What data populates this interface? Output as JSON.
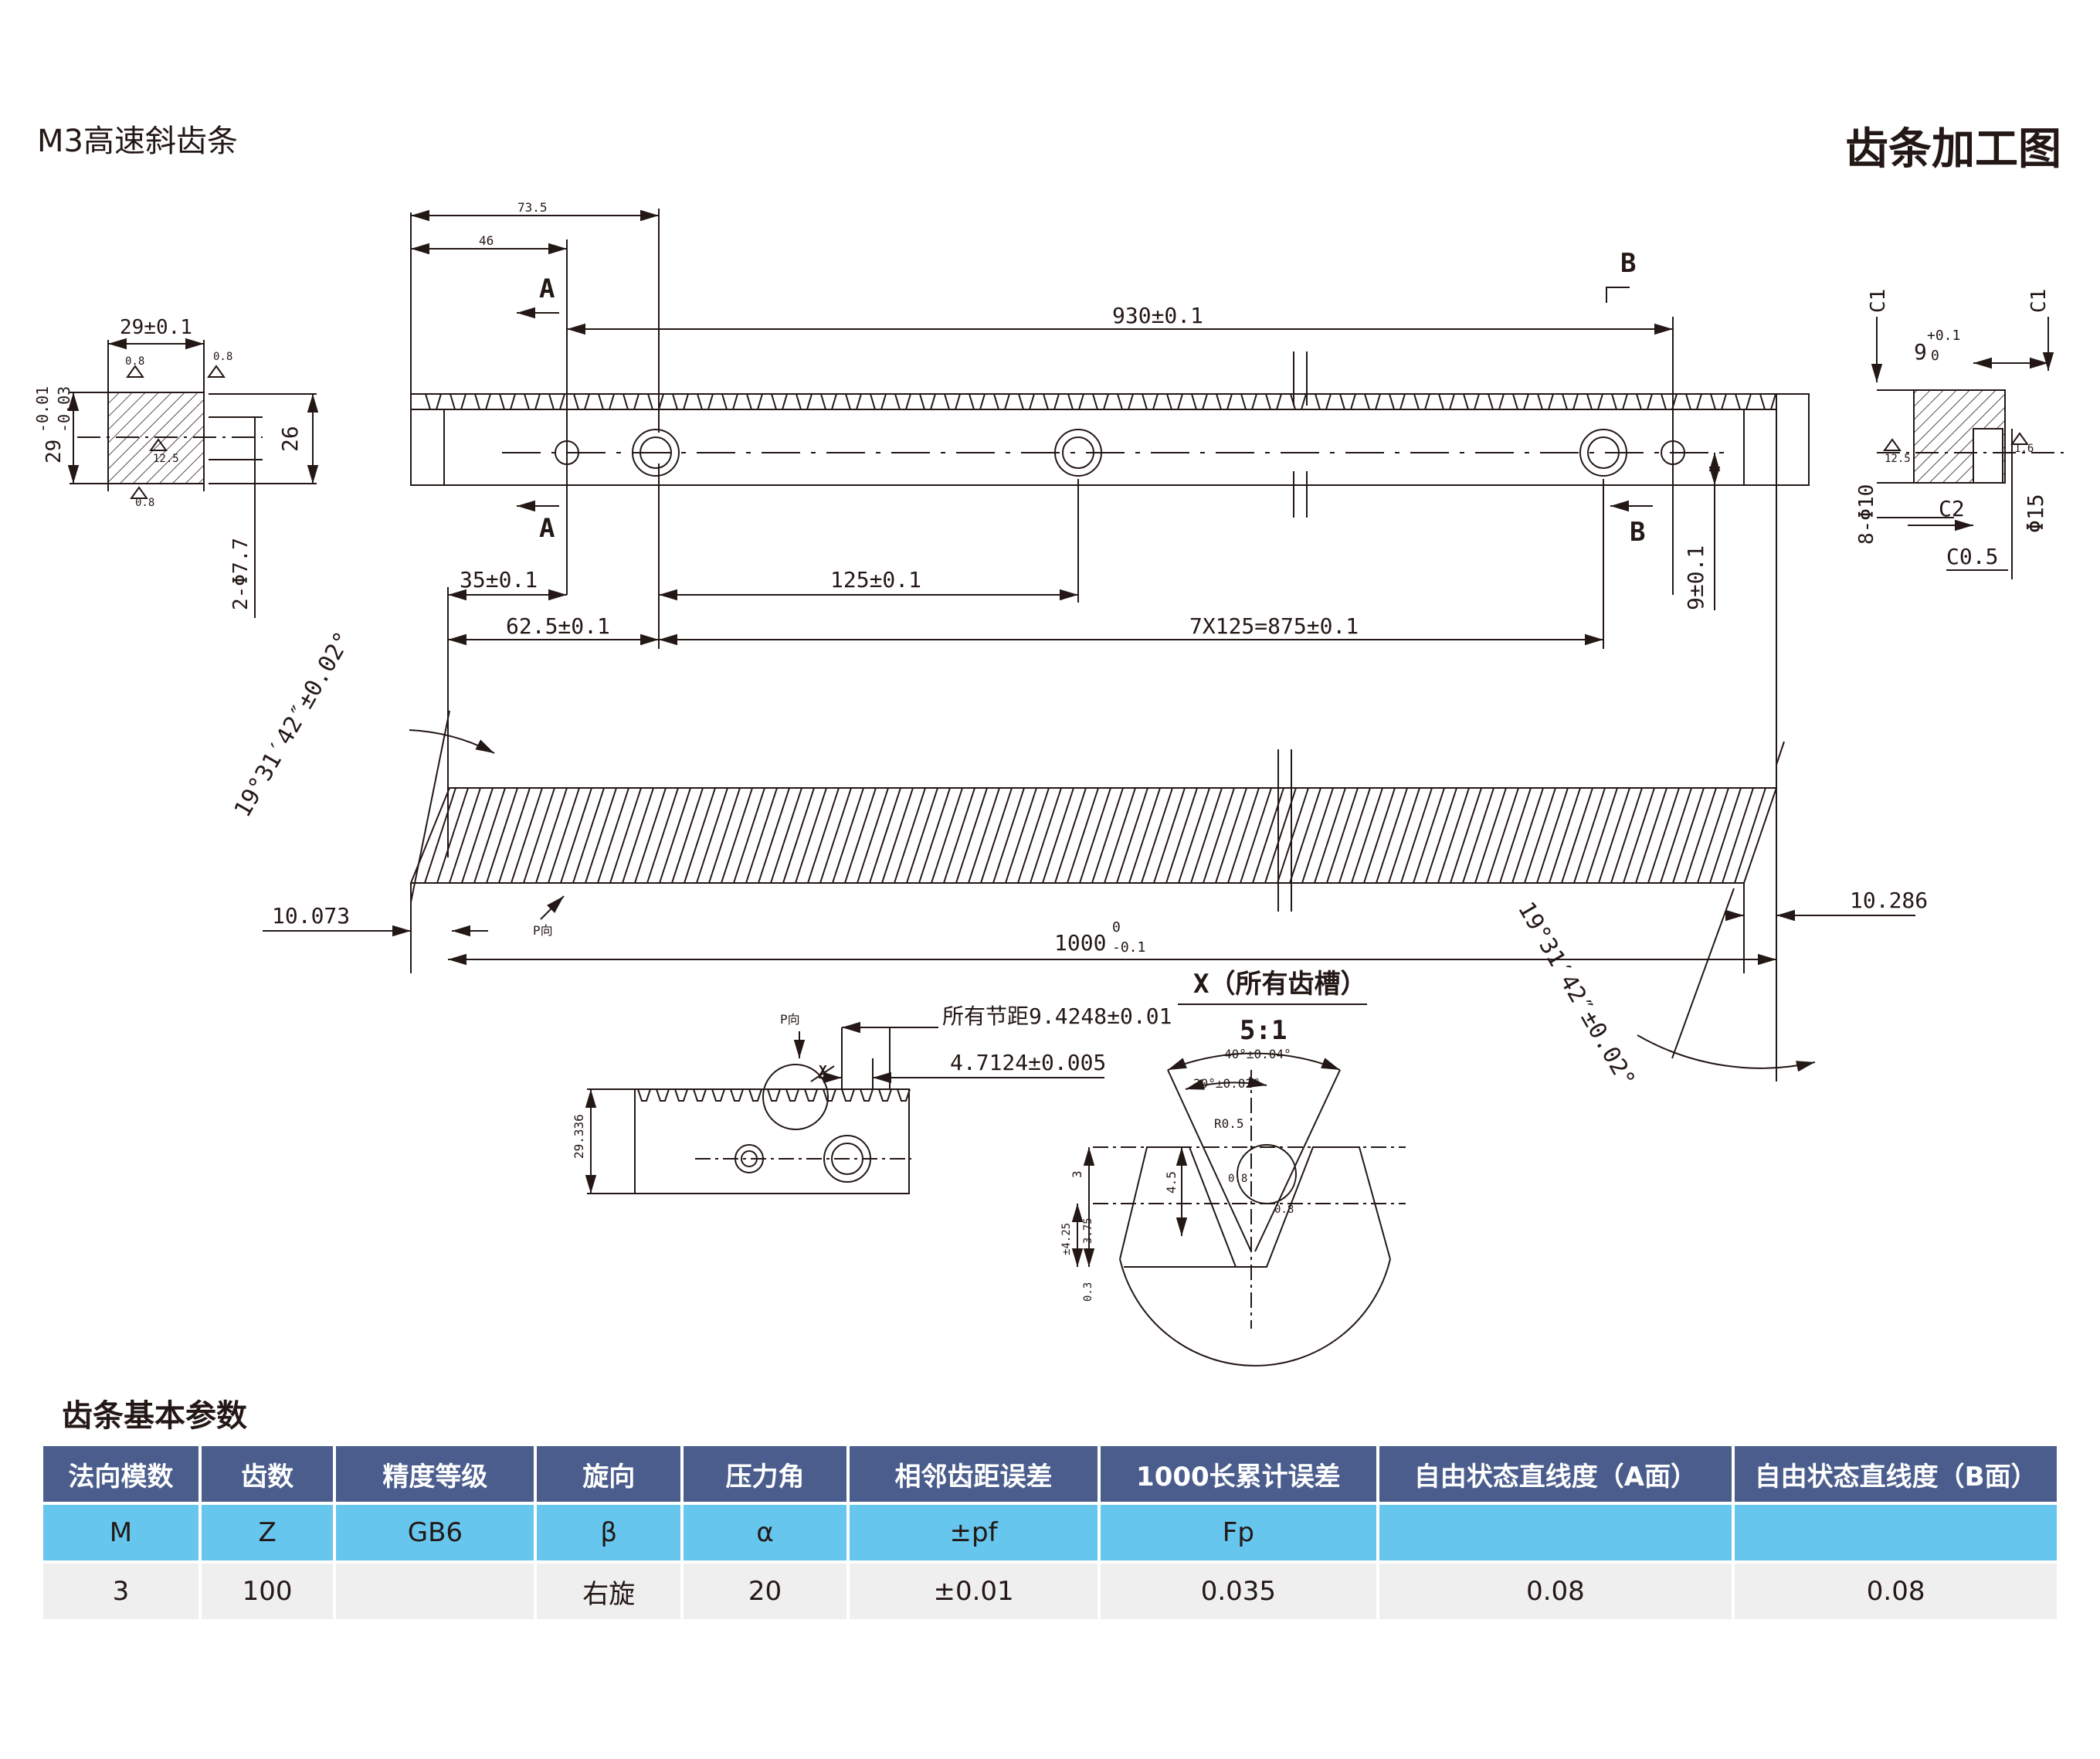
{
  "header": {
    "product_title": "M3高速斜齿条",
    "drawing_title": "齿条加工图"
  },
  "drawing": {
    "left_view": {
      "width": "29±0.1",
      "height_tol": "29",
      "tol_upper": "-0.01",
      "tol_lower": "-0.03",
      "dim_26": "26",
      "holes": "2-Φ7.7",
      "rough_08": "0.8",
      "rough_125": "12.5"
    },
    "top_view": {
      "d735": "73.5",
      "d46": "46",
      "d930": "930±0.1",
      "section_a": "A",
      "section_b": "B",
      "d35": "35±0.1",
      "d625": "62.5±0.1",
      "d125": "125±0.1",
      "d875": "7X125=875±0.1",
      "d9": "9±0.1"
    },
    "right_view": {
      "c1": "C1",
      "d9": "9",
      "d9_upper": "+0.1",
      "d9_lower": "0",
      "holes": "8-Φ10",
      "c2": "C2",
      "c05": "C0.5",
      "phi15": "Φ15",
      "rough_125": "12.5",
      "rough_16": "1.6"
    },
    "front_view": {
      "angle": "19°31′42″±0.02°",
      "d10073": "10.073",
      "d10286": "10.286",
      "d1000": "1000",
      "d1000_upper": "0",
      "d1000_lower": "-0.1",
      "p_label": "P向"
    },
    "detail_view": {
      "p_label": "P向",
      "x_label": "X",
      "pitch": "所有节距9.4248±0.01",
      "half_pitch": "4.7124±0.005",
      "height": "29.336"
    },
    "tooth_detail": {
      "title": "X（所有齿槽）",
      "scale": "5:1",
      "angle40": "40°±0.04°",
      "angle20": "20°±0.02°",
      "r05": "R0.5",
      "d3": "3",
      "d45": "4.5",
      "d425": "±4.25",
      "d375": "3.75",
      "d03": "0.3",
      "rough_08": "0.8"
    }
  },
  "params": {
    "title": "齿条基本参数",
    "headers": [
      "法向模数",
      "齿数",
      "精度等级",
      "旋向",
      "压力角",
      "相邻齿距误差",
      "1000长累计误差",
      "自由状态直线度（A面）",
      "自由状态直线度（B面）"
    ],
    "symbols": [
      "M",
      "Z",
      "GB6",
      "β",
      "α",
      "±pf",
      "Fp",
      "",
      ""
    ],
    "values": [
      "3",
      "100",
      "",
      "右旋",
      "20",
      "±0.01",
      "0.035",
      "0.08",
      "0.08"
    ]
  },
  "colors": {
    "header_bg": "#4a5d8c",
    "symbol_row_bg": "#66c6ee",
    "value_row_bg": "#efefef",
    "line": "#231815"
  }
}
